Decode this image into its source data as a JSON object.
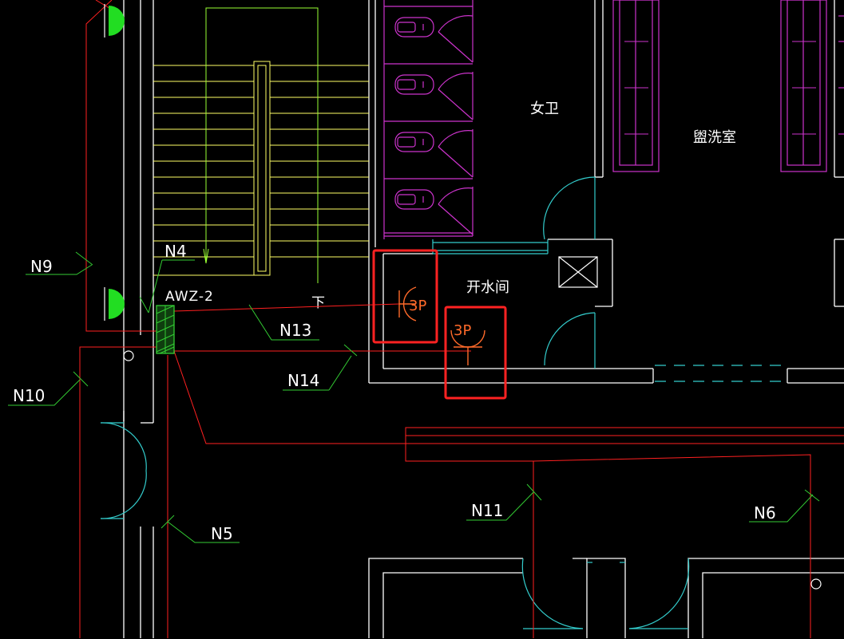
{
  "colors": {
    "background": "#000000",
    "wall": "#FFFFFF",
    "circuit": "#FF2020",
    "stair": "#FFFF66",
    "door": "#33CCCC",
    "fixture": "#CC33CC",
    "leader": "#33CC33",
    "lamp": "#22DD22",
    "stair_guide": "#99FF33",
    "highlight": "#FF2222",
    "socket": "#FF6A2A",
    "panel": "#33CC33"
  },
  "panel": {
    "label": "AWZ-2"
  },
  "circuits": [
    "N9",
    "N4",
    "N13",
    "N14",
    "N10",
    "N5",
    "N11",
    "N6"
  ],
  "rooms": {
    "women_wc": "女卫",
    "washroom": "盥洗室",
    "boiler_room": "开水间"
  },
  "stair": {
    "direction": "下"
  },
  "sockets": [
    {
      "label": "3P",
      "orientation": "wall-left"
    },
    {
      "label": "3P",
      "orientation": "floor"
    }
  ],
  "icons": [
    "wall-lamp-icon",
    "wall-lamp-icon",
    "toilet-icon",
    "shaft-icon",
    "socket-icon"
  ]
}
